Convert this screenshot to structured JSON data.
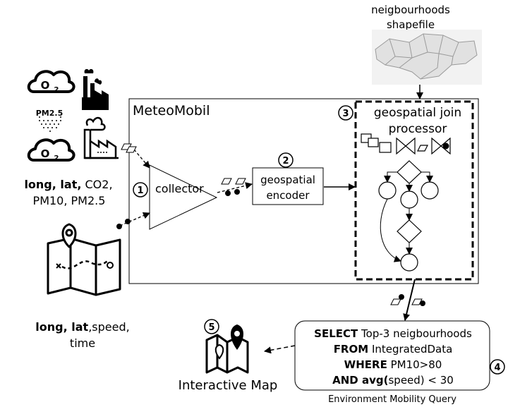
{
  "shapefile": {
    "line1": "neigbourhoods",
    "line2": "shapefile"
  },
  "system": {
    "title": "MeteoMobil"
  },
  "join_processor": {
    "number": "3",
    "line1": "geospatial join",
    "line2": "processor"
  },
  "collector": {
    "number": "1",
    "label": "collector"
  },
  "encoder": {
    "number": "2",
    "line1": "geospatial",
    "line2": "encoder"
  },
  "sensors": {
    "pm_label": "PM2.5",
    "co2_label": "O",
    "co2_sub": "2",
    "attrs_bold": "long, lat,",
    "attrs_rest": " CO2,",
    "attrs_line2": "PM10, PM2.5"
  },
  "mobility": {
    "attrs_bold": "long, lat",
    "attrs_rest": ",speed,",
    "attrs_line2": "time"
  },
  "query": {
    "number": "4",
    "l1_kw": "SELECT",
    "l1_rest": " Top-3 neigbourhoods",
    "l2_kw": "FROM",
    "l2_rest": " IntegratedData",
    "l3_kw": "WHERE",
    "l3_rest": " PM10>80",
    "l4_kw": "AND avg(",
    "l4_rest": "speed) < 30",
    "caption": "Environment Mobility Query"
  },
  "map": {
    "number": "5",
    "label": "Interactive Map"
  }
}
